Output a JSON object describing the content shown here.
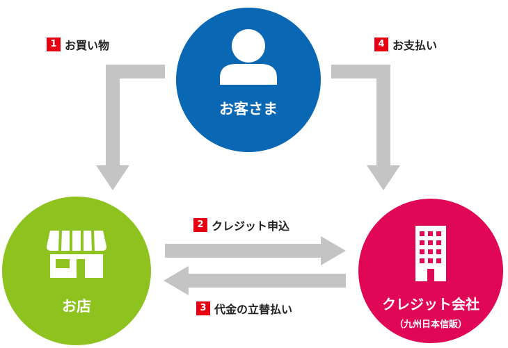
{
  "colors": {
    "customer": "#0a67b4",
    "store": "#8ec21f",
    "company": "#e00756",
    "arrow": "#c4c4c4",
    "badge": "#e60012"
  },
  "nodes": {
    "customer": {
      "label": "お客さま",
      "icon": "person-icon"
    },
    "store": {
      "label": "お店",
      "icon": "storefront-icon"
    },
    "company": {
      "label": "クレジット会社",
      "sublabel": "（九州日本信販）",
      "icon": "office-building-icon"
    }
  },
  "steps": [
    {
      "num": "1",
      "label": "お買い物"
    },
    {
      "num": "2",
      "label": "クレジット申込"
    },
    {
      "num": "3",
      "label": "代金の立替払い"
    },
    {
      "num": "4",
      "label": "お支払い"
    }
  ]
}
